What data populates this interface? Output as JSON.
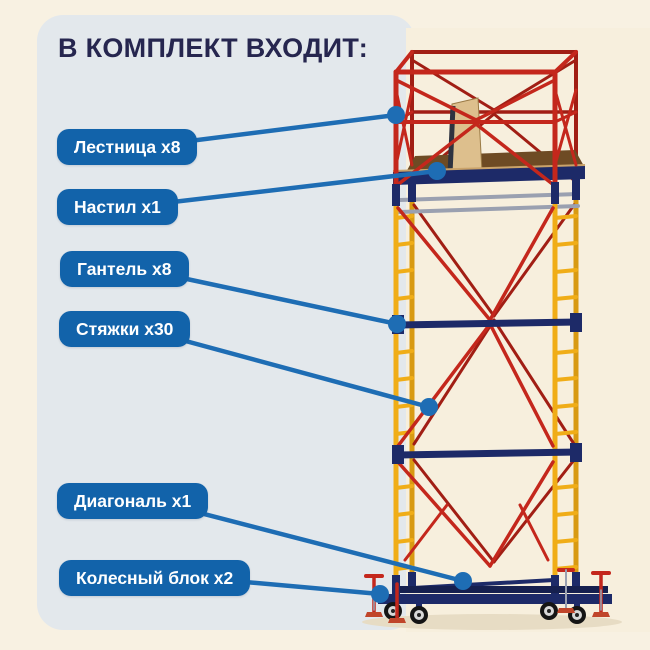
{
  "title": "В КОМПЛЕКТ ВХОДИТ:",
  "labels": [
    {
      "text": "Лестница x8"
    },
    {
      "text": "Настил x1"
    },
    {
      "text": "Гантель x8"
    },
    {
      "text": "Стяжки x30"
    },
    {
      "text": "Диагональ x1"
    },
    {
      "text": "Колесный блок x2"
    }
  ],
  "illustration": "scaffold-tower-photo",
  "colors": {
    "page_bg": "#f8f1e2",
    "panel_bg": "#e3e8ec",
    "title_text": "#26264f",
    "label_bg": "#1263aa",
    "label_text": "#ffffff",
    "connector": "#1e6db4",
    "scaffold_red": "#c4271c",
    "scaffold_yellow": "#f0ad17",
    "scaffold_navy": "#1d2a68"
  }
}
